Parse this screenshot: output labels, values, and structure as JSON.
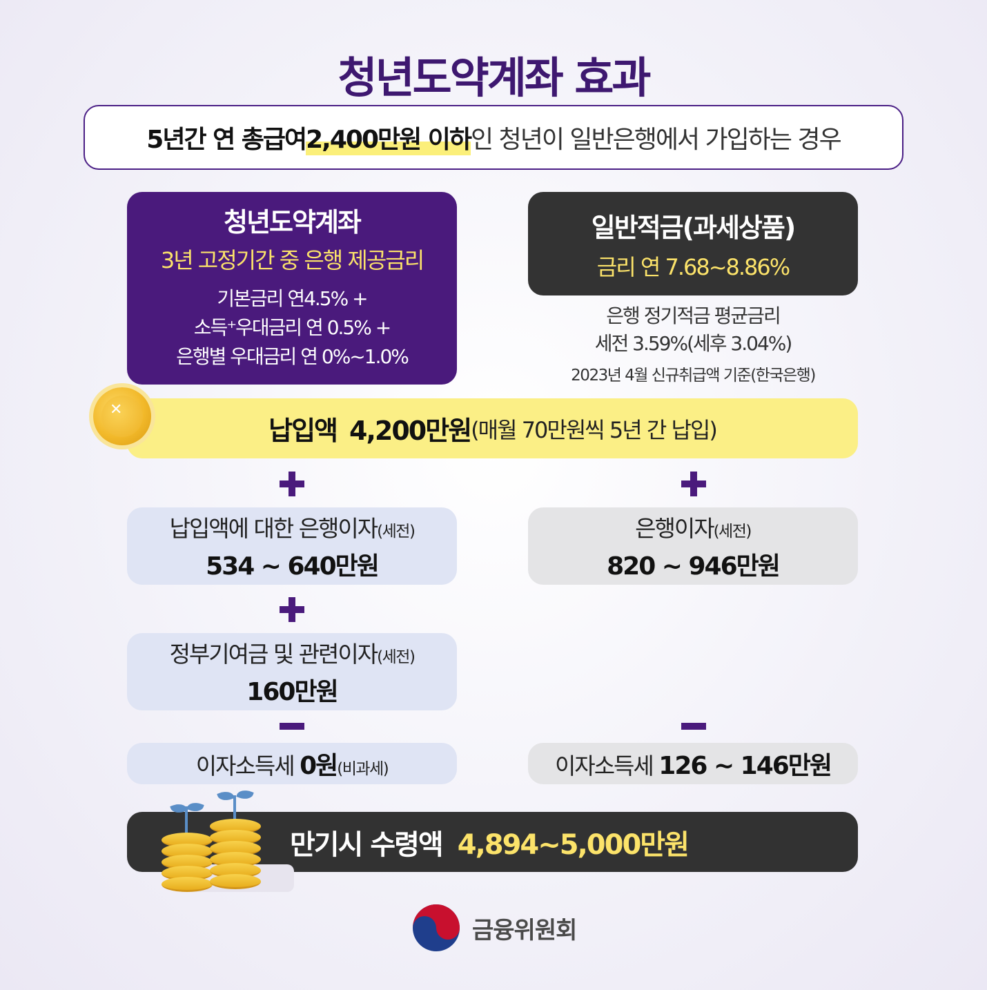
{
  "title": "청년도약계좌 효과",
  "condition": {
    "prefix": "5년간 연 총급여 ",
    "highlight": "2,400만원 이하",
    "suffix": "인 청년이 일반은행에서 가입하는 경우"
  },
  "youth_account": {
    "heading": "청년도약계좌",
    "subheading": "3년 고정기간 중 은행 제공금리",
    "lines": [
      "기본금리 연4.5% +",
      "소득⁺우대금리 연 0.5% +",
      "은행별 우대금리 연 0%~1.0%"
    ]
  },
  "general_savings": {
    "heading": "일반적금(과세상품)",
    "subheading": "금리 연 7.68~8.86%",
    "note_lines": [
      "은행 정기적금 평균금리",
      "세전 3.59%(세후 3.04%)"
    ],
    "source": "2023년 4월 신규취급액 기준(한국은행)"
  },
  "deposit": {
    "label": "납입액",
    "value": "4,200만원",
    "note": "(매월 70만원씩 5년 간 납입)"
  },
  "left": {
    "bank_interest": {
      "title": "납입액에 대한 은행이자",
      "tag": "(세전)",
      "value": "534 ~ 640만원"
    },
    "gov_contribution": {
      "title": "정부기여금 및 관련이자",
      "tag": "(세전)",
      "value": "160만원"
    },
    "tax": {
      "label": "이자소득세 ",
      "value": "0원",
      "tag": "(비과세)"
    }
  },
  "right": {
    "bank_interest": {
      "title": "은행이자",
      "tag": "(세전)",
      "value": "820 ~ 946만원"
    },
    "tax": {
      "label": "이자소득세 ",
      "value": "126 ~ 146만원"
    }
  },
  "maturity": {
    "label": "만기시 수령액",
    "value": "4,894~5,000만원"
  },
  "logo": {
    "name": "금융위원회"
  },
  "colors": {
    "purple": "#4a1a7c",
    "dark": "#323232",
    "yellow": "#fbef86",
    "accent_yellow": "#fce36a",
    "light_blue": "#dfe4f4",
    "light_gray": "#e4e4e6"
  }
}
